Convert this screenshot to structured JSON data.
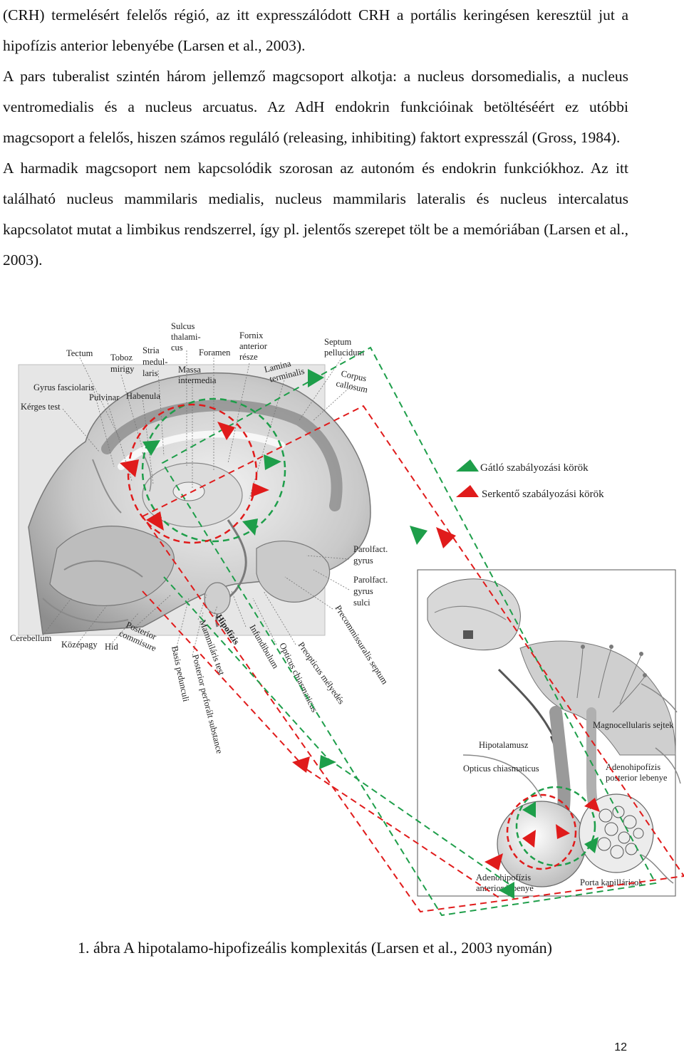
{
  "paragraphs": [
    "(CRH) termelésért felelős régió, az itt expresszálódott CRH a portális keringésen keresztül jut a hipofízis anterior lebenyébe (Larsen et al., 2003).",
    "A pars tuberalist szintén három jellemző magcsoport alkotja: a nucleus dorsomedialis, a nucleus ventromedialis és a nucleus arcuatus. Az AdH endokrin funkcióinak betöltéséért ez utóbbi magcsoport a felelős, hiszen számos reguláló (releasing, inhibiting) faktort expresszál (Gross, 1984).",
    "A harmadik magcsoport nem kapcsolódik szorosan az autonóm és endokrin funkciókhoz. Az itt található nucleus mammilaris medialis, nucleus mammilaris lateralis és nucleus intercalatus kapcsolatot mutat a limbikus rendszerrel, így pl. jelentős szerepet tölt be a memóriában (Larsen et al., 2003)."
  ],
  "figure": {
    "labels": {
      "sulcus_1": "Sulcus",
      "sulcus_2": "thalami-",
      "sulcus_3": "cus",
      "fornix_1": "Fornix",
      "fornix_2": "anterior",
      "fornix_3": "része",
      "septum_1": "Septum",
      "septum_2": "pellucidum",
      "tectum": "Tectum",
      "toboz_1": "Toboz",
      "toboz_2": "mirigy",
      "stria_1": "Stria",
      "stria_2": "medul-",
      "stria_3": "laris",
      "foramen": "Foramen",
      "massa_1": "Massa",
      "massa_2": "intermedia",
      "lamina_1": "Lamina",
      "lamina_2": "terminalis",
      "corpus_1": "Corpus",
      "corpus_2": "callosum",
      "gyrus_fasciolaris": "Gyrus fasciolaris",
      "pulvinar": "Pulvinar",
      "habenula": "Habenula",
      "kerges_test": "Kérges test",
      "parolfact_1a": "Parolfact.",
      "parolfact_1b": "gyrus",
      "parolfact_2a": "Parolfact.",
      "parolfact_2b": "gyrus",
      "parolfact_2c": "sulci",
      "cerebellum": "Cerebellum",
      "kozepagy": "Középagy",
      "hid": "Híd",
      "posterior_1": "Posterior",
      "posterior_2": "commisure",
      "basis": "Basis pedunculi",
      "mammilaris": "Mammiláris test",
      "posterior_perf": "Posterior perforált substance",
      "hipofizis": "Hipofízis",
      "infundibulum": "Infundibulum",
      "opticus_chiasm": "Opticus chiasmaticus",
      "preopticus": "Preopticus mélyedés",
      "precommissuralis": "Precommissuralis septum",
      "magnocellularis": "Magnocellularis sejtek",
      "hipotalamusz": "Hipotalamusz",
      "opticus_chiasmaticus": "Opticus chiasmaticus",
      "adeno_post_1": "Adenohipofízis",
      "adeno_post_2": "posterior lebenye",
      "adeno_ant_1": "Adenohipofízis",
      "adeno_ant_2": "anterior lebenye",
      "porta": "Porta kapillárisok"
    },
    "legend": {
      "green": "Gátló szabályozási körök",
      "red": "Serkentő szabályozási körök"
    },
    "colors": {
      "inhibitory": "#1e9e4a",
      "excitatory": "#e01b1b"
    }
  },
  "caption": "1. ábra A hipotalamo-hipofizeális komplexitás (Larsen et al., 2003 nyomán)",
  "page_number": "12"
}
